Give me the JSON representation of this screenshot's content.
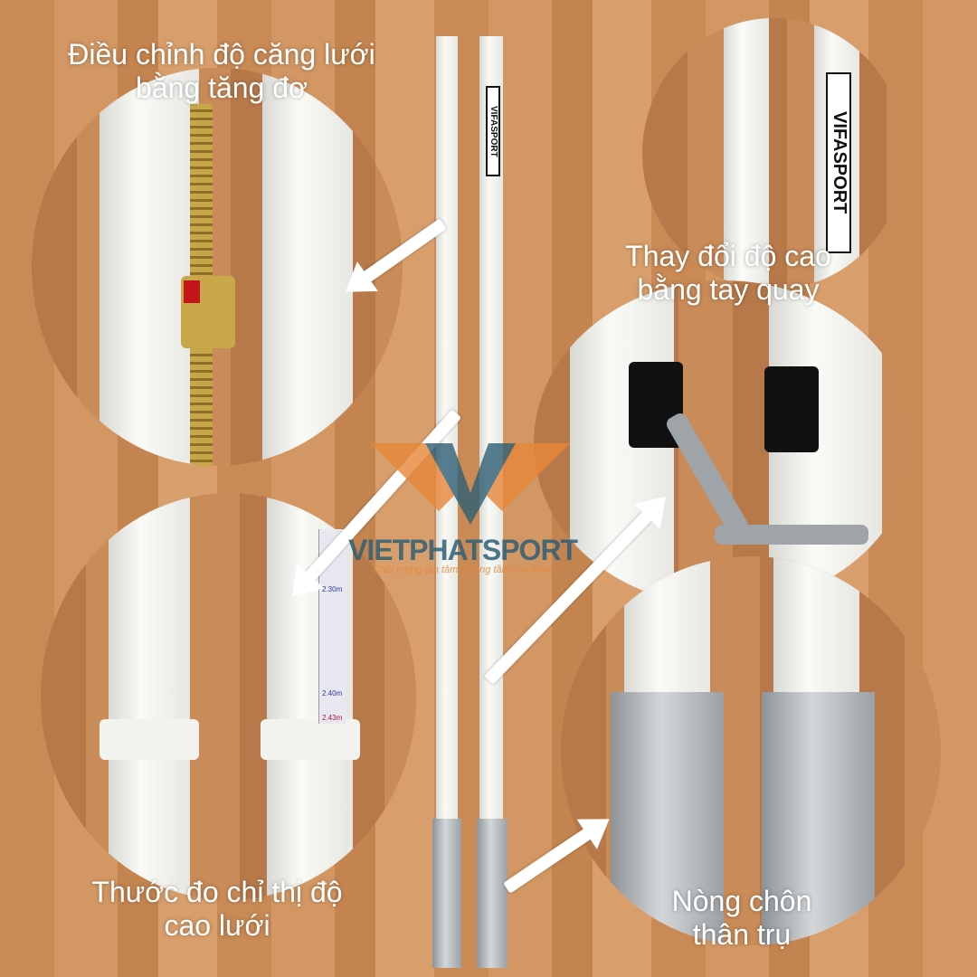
{
  "captions": {
    "tension": "Điều chỉnh độ căng lưới bằng tăng đơ",
    "height_crank": "Thay đổi độ cao bằng tay quay",
    "ruler": "Thước đo chỉ thị độ cao lưới",
    "sleeve": "Nòng chôn thân trụ"
  },
  "pole_brand": "VIFASPORT",
  "ruler_marks": {
    "m1": "2.30m",
    "m2": "2.40m",
    "m3": "2.43m"
  },
  "watermark": {
    "name": "VIETPHATSPORT",
    "tagline": "Chất lượng tận tâm - Nâng tầm sức khỏe",
    "colors": {
      "orange": "#e8873a",
      "blue": "#2f5f75"
    }
  }
}
